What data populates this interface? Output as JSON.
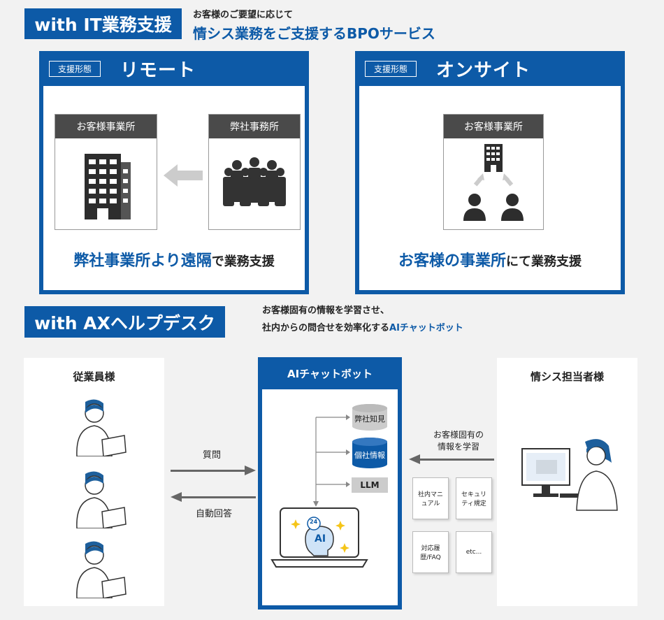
{
  "section1": {
    "tag": "with IT業務支援",
    "subtitle_small": "お客様のご要望に応じて",
    "subtitle_large": "情シス業務をご支援するBPOサービス",
    "remote": {
      "kind": "支援形態",
      "title": "リモート",
      "client_office": "お客様事業所",
      "our_office": "弊社事務所",
      "caption_big": "弊社事業所より遠隔",
      "caption_small": "で業務支援"
    },
    "onsite": {
      "kind": "支援形態",
      "title": "オンサイト",
      "client_office": "お客様事業所",
      "caption_big": "お客様の事業所",
      "caption_small": "にて業務支援"
    }
  },
  "section2": {
    "tag": "with AXヘルプデスク",
    "desc_line1": "お客様固有の情報を学習させ、",
    "desc_line2_prefix": "社内からの問合せを効率化する",
    "desc_line2_highlight": "AIチャットボット",
    "employees": {
      "title": "従業員様"
    },
    "question": "質問",
    "auto_answer": "自動回答",
    "chatbot": {
      "title": "AIチャットボット",
      "db1": "弊社知見",
      "db2": "個社情報",
      "llm": "LLM",
      "ai": "AI",
      "badge": "24"
    },
    "learn_line1": "お客様固有の",
    "learn_line2": "情報を学習",
    "docs": {
      "d1": "社内マニュアル",
      "d2": "セキュリティ規定",
      "d3": "対応履歴/FAQ",
      "d4": "etc..."
    },
    "staff": {
      "title": "情シス担当者様"
    }
  },
  "colors": {
    "brand_blue": "#0d5aa7",
    "dark_gray": "#4a4a4a",
    "arrow_gray": "#666666"
  }
}
